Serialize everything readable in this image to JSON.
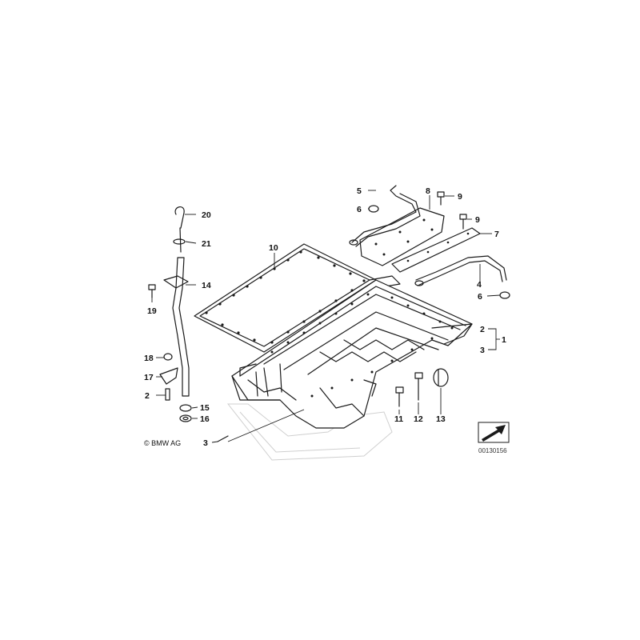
{
  "callouts": {
    "c20": "20",
    "c21": "21",
    "c14": "14",
    "c19": "19",
    "c18": "18",
    "c17": "17",
    "c2a": "2",
    "c15": "15",
    "c16": "16",
    "c3a": "3",
    "c10": "10",
    "c5": "5",
    "c6a": "6",
    "c8": "8",
    "c9a": "9",
    "c9b": "9",
    "c7": "7",
    "c4": "4",
    "c6b": "6",
    "c2b": "2",
    "c1": "1",
    "c3b": "3",
    "c11": "11",
    "c12": "12",
    "c13": "13"
  },
  "copyright": "© BMW AG",
  "diagram_number": "00130156",
  "icons": {
    "view_direction": "arrow-icon"
  }
}
